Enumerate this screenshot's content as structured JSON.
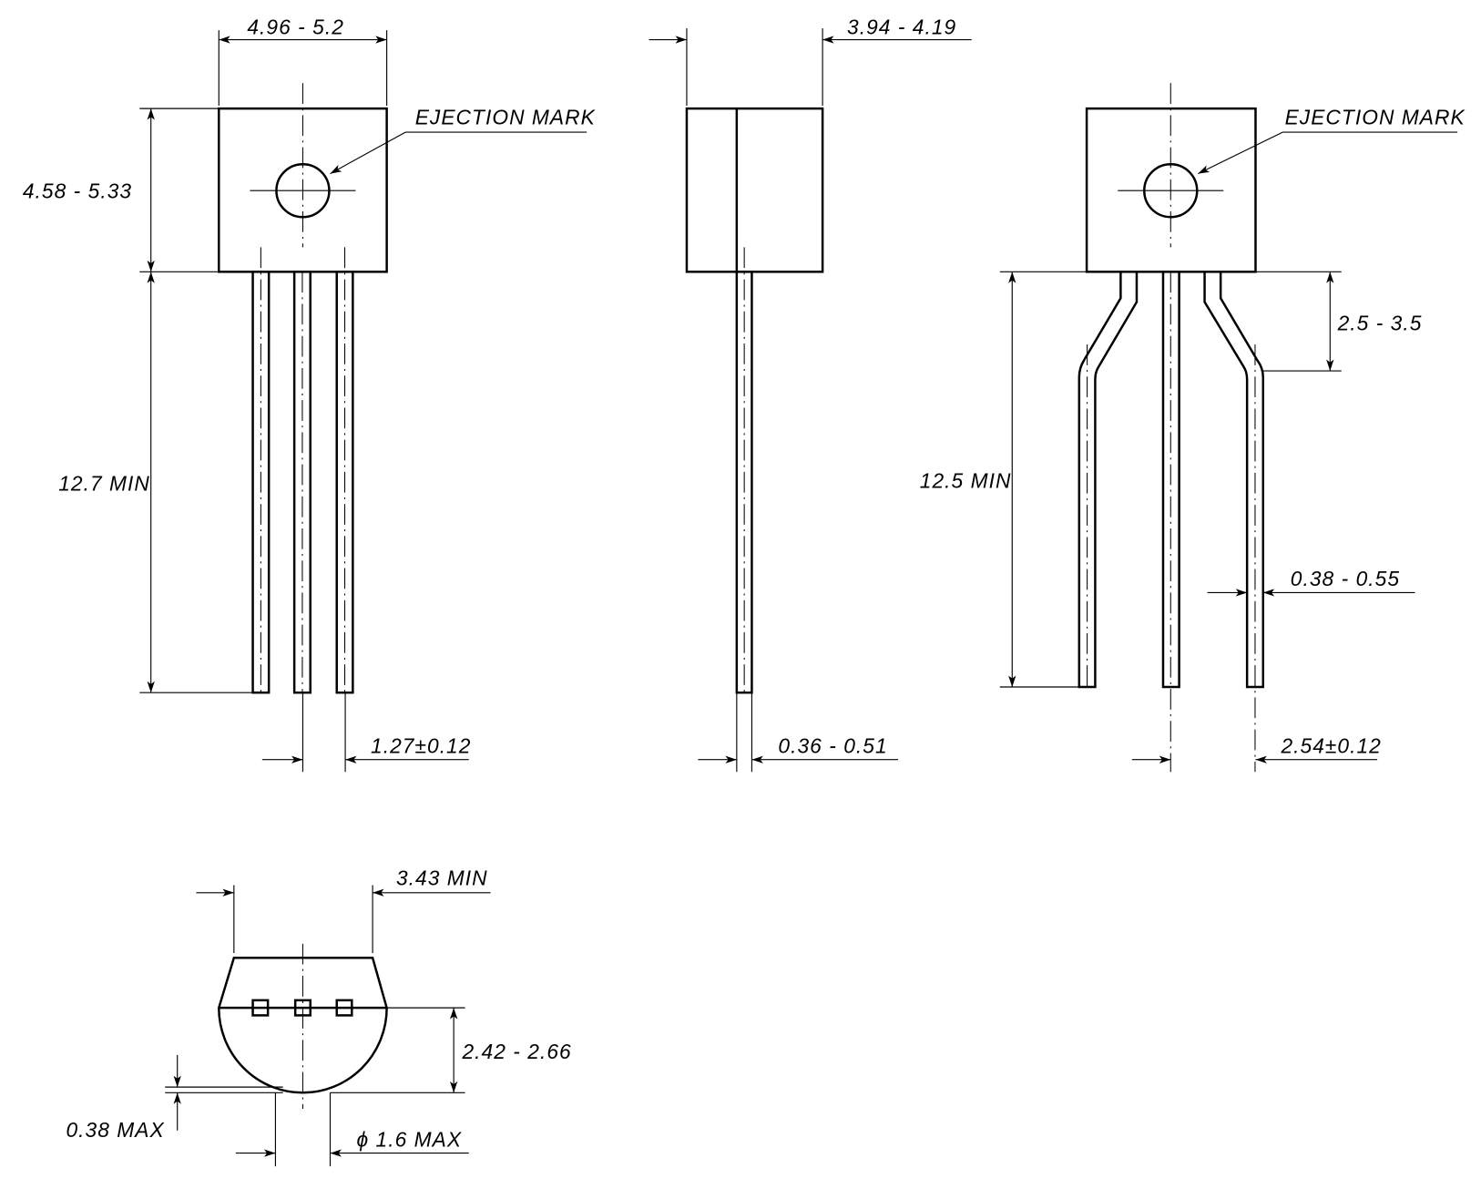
{
  "drawing": {
    "front_view": {
      "width_dim": "4.96 - 5.2",
      "height_dim": "4.58 - 5.33",
      "lead_length_dim": "12.7 MIN",
      "pitch_dim": "1.27±0.12",
      "ejection_label": "EJECTION MARK"
    },
    "side_view": {
      "thickness_dim": "3.94 - 4.19",
      "lead_thickness_dim": "0.36 - 0.51"
    },
    "formed_view": {
      "ejection_label": "EJECTION MARK",
      "lead_length_dim": "12.5 MIN",
      "bend_dim": "2.5 - 3.5",
      "lead_width_dim": "0.38 - 0.55",
      "pitch_dim": "2.54±0.12"
    },
    "bottom_view": {
      "flat_width_dim": "3.43 MIN",
      "depth_dim": "2.42 - 2.66",
      "offset_dim": "0.38 MAX",
      "diameter_dim": "ϕ 1.6 MAX"
    }
  },
  "colors": {
    "line": "#000000",
    "background": "#ffffff"
  }
}
